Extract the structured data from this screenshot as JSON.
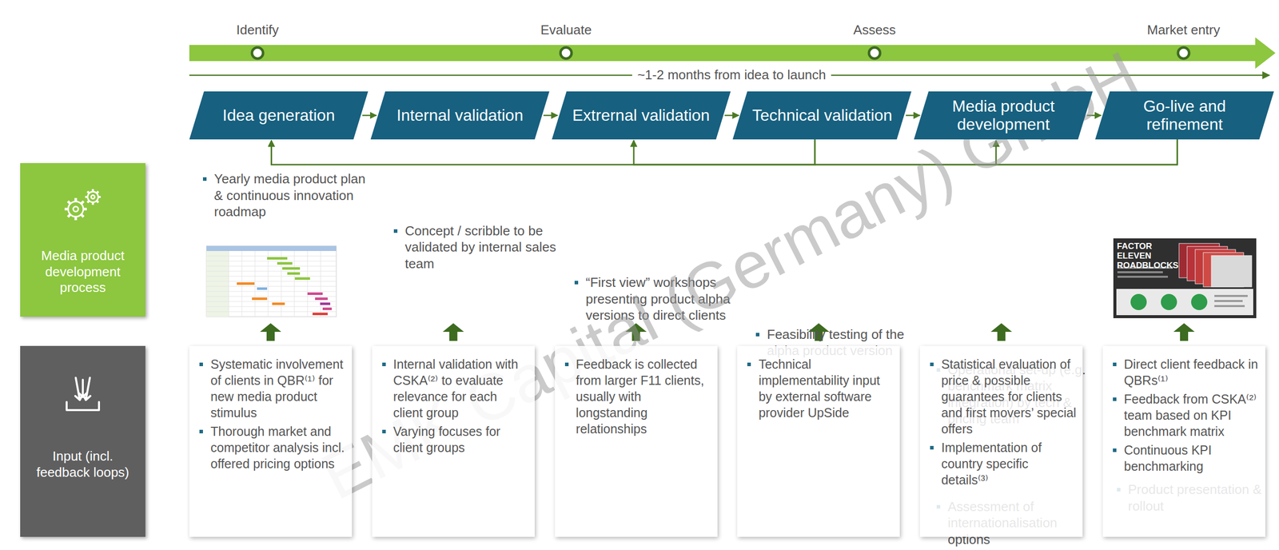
{
  "diagram": {
    "nodes": [
      {
        "text": [
          "Idea generation"
        ]
      },
      {
        "text": [
          "Internal validation"
        ]
      },
      {
        "text": [
          "Extrernal validation"
        ]
      },
      {
        "text": [
          "Technical validation"
        ]
      },
      {
        "text": [
          "Media product development"
        ]
      },
      {
        "text": [
          "Go-live and refinement"
        ]
      },
      {
        "text": [
          "Media product development process"
        ]
      },
      {
        "text": [
          "Input (incl. feedback loops)"
        ]
      },
      {
        "text": [
          "Systematic involvement of clients in QBR⁽¹⁾ for new media product stimulus",
          "Thorough market and competitor analysis incl. offered pricing options"
        ]
      },
      {
        "text": [
          "Internal validation with CSKA⁽²⁾ to evaluate relevance for each client group",
          "Varying focuses for client groups"
        ]
      },
      {
        "text": [
          "Feedback is collected from larger F11 clients, usually with longstanding relationships"
        ]
      },
      {
        "text": [
          "Technical implementability input by external software provider UpSide"
        ]
      },
      {
        "text": [
          "Statistical evaluation of price & possible guarantees for clients and first movers’ special offers",
          "Implementation of country specific details⁽³⁾"
        ]
      },
      {
        "text": [
          "Direct client feedback in QBRs⁽¹⁾",
          "Feedback from CSKA⁽²⁾ team based on KPI benchmark matrix",
          "Continuous KPI benchmarking"
        ]
      }
    ],
    "edges": [
      {
        "from": 0,
        "to": 1,
        "arrow": "to"
      },
      {
        "from": 1,
        "to": 2,
        "arrow": "to"
      },
      {
        "from": 2,
        "to": 3,
        "arrow": "to"
      },
      {
        "from": 3,
        "to": 4,
        "arrow": "to"
      },
      {
        "from": 4,
        "to": 5,
        "arrow": "to"
      },
      {
        "from": 3,
        "to": 0,
        "arrow": "to"
      },
      {
        "from": 3,
        "to": 2,
        "arrow": "to"
      },
      {
        "from": 3,
        "to": 4,
        "arrow": "to"
      },
      {
        "from": 5,
        "to": 0,
        "arrow": "to"
      },
      {
        "from": 5,
        "to": 2,
        "arrow": "to"
      },
      {
        "from": 5,
        "to": 4,
        "arrow": "to"
      }
    ],
    "labels": [
      "Identify",
      "Evaluate",
      "Assess",
      "Market entry",
      "~1-2 months from idea to launch",
      "Yearly media product plan & continuous innovation roadmap",
      "Concept / scribble to be validated by internal sales team",
      "“First view” workshops presenting product alpha versions to direct clients",
      "Feasibility testing of the alpha product version",
      "Operational set-up (e.g. benchmark matrix integration) by tech & pricing team",
      "Assessment of internationalisation options",
      "Product presentation & rollout",
      "FACTOR ELEVEN ROADBLOCKS",
      "EMK Capital (Germany) GmbH"
    ]
  }
}
